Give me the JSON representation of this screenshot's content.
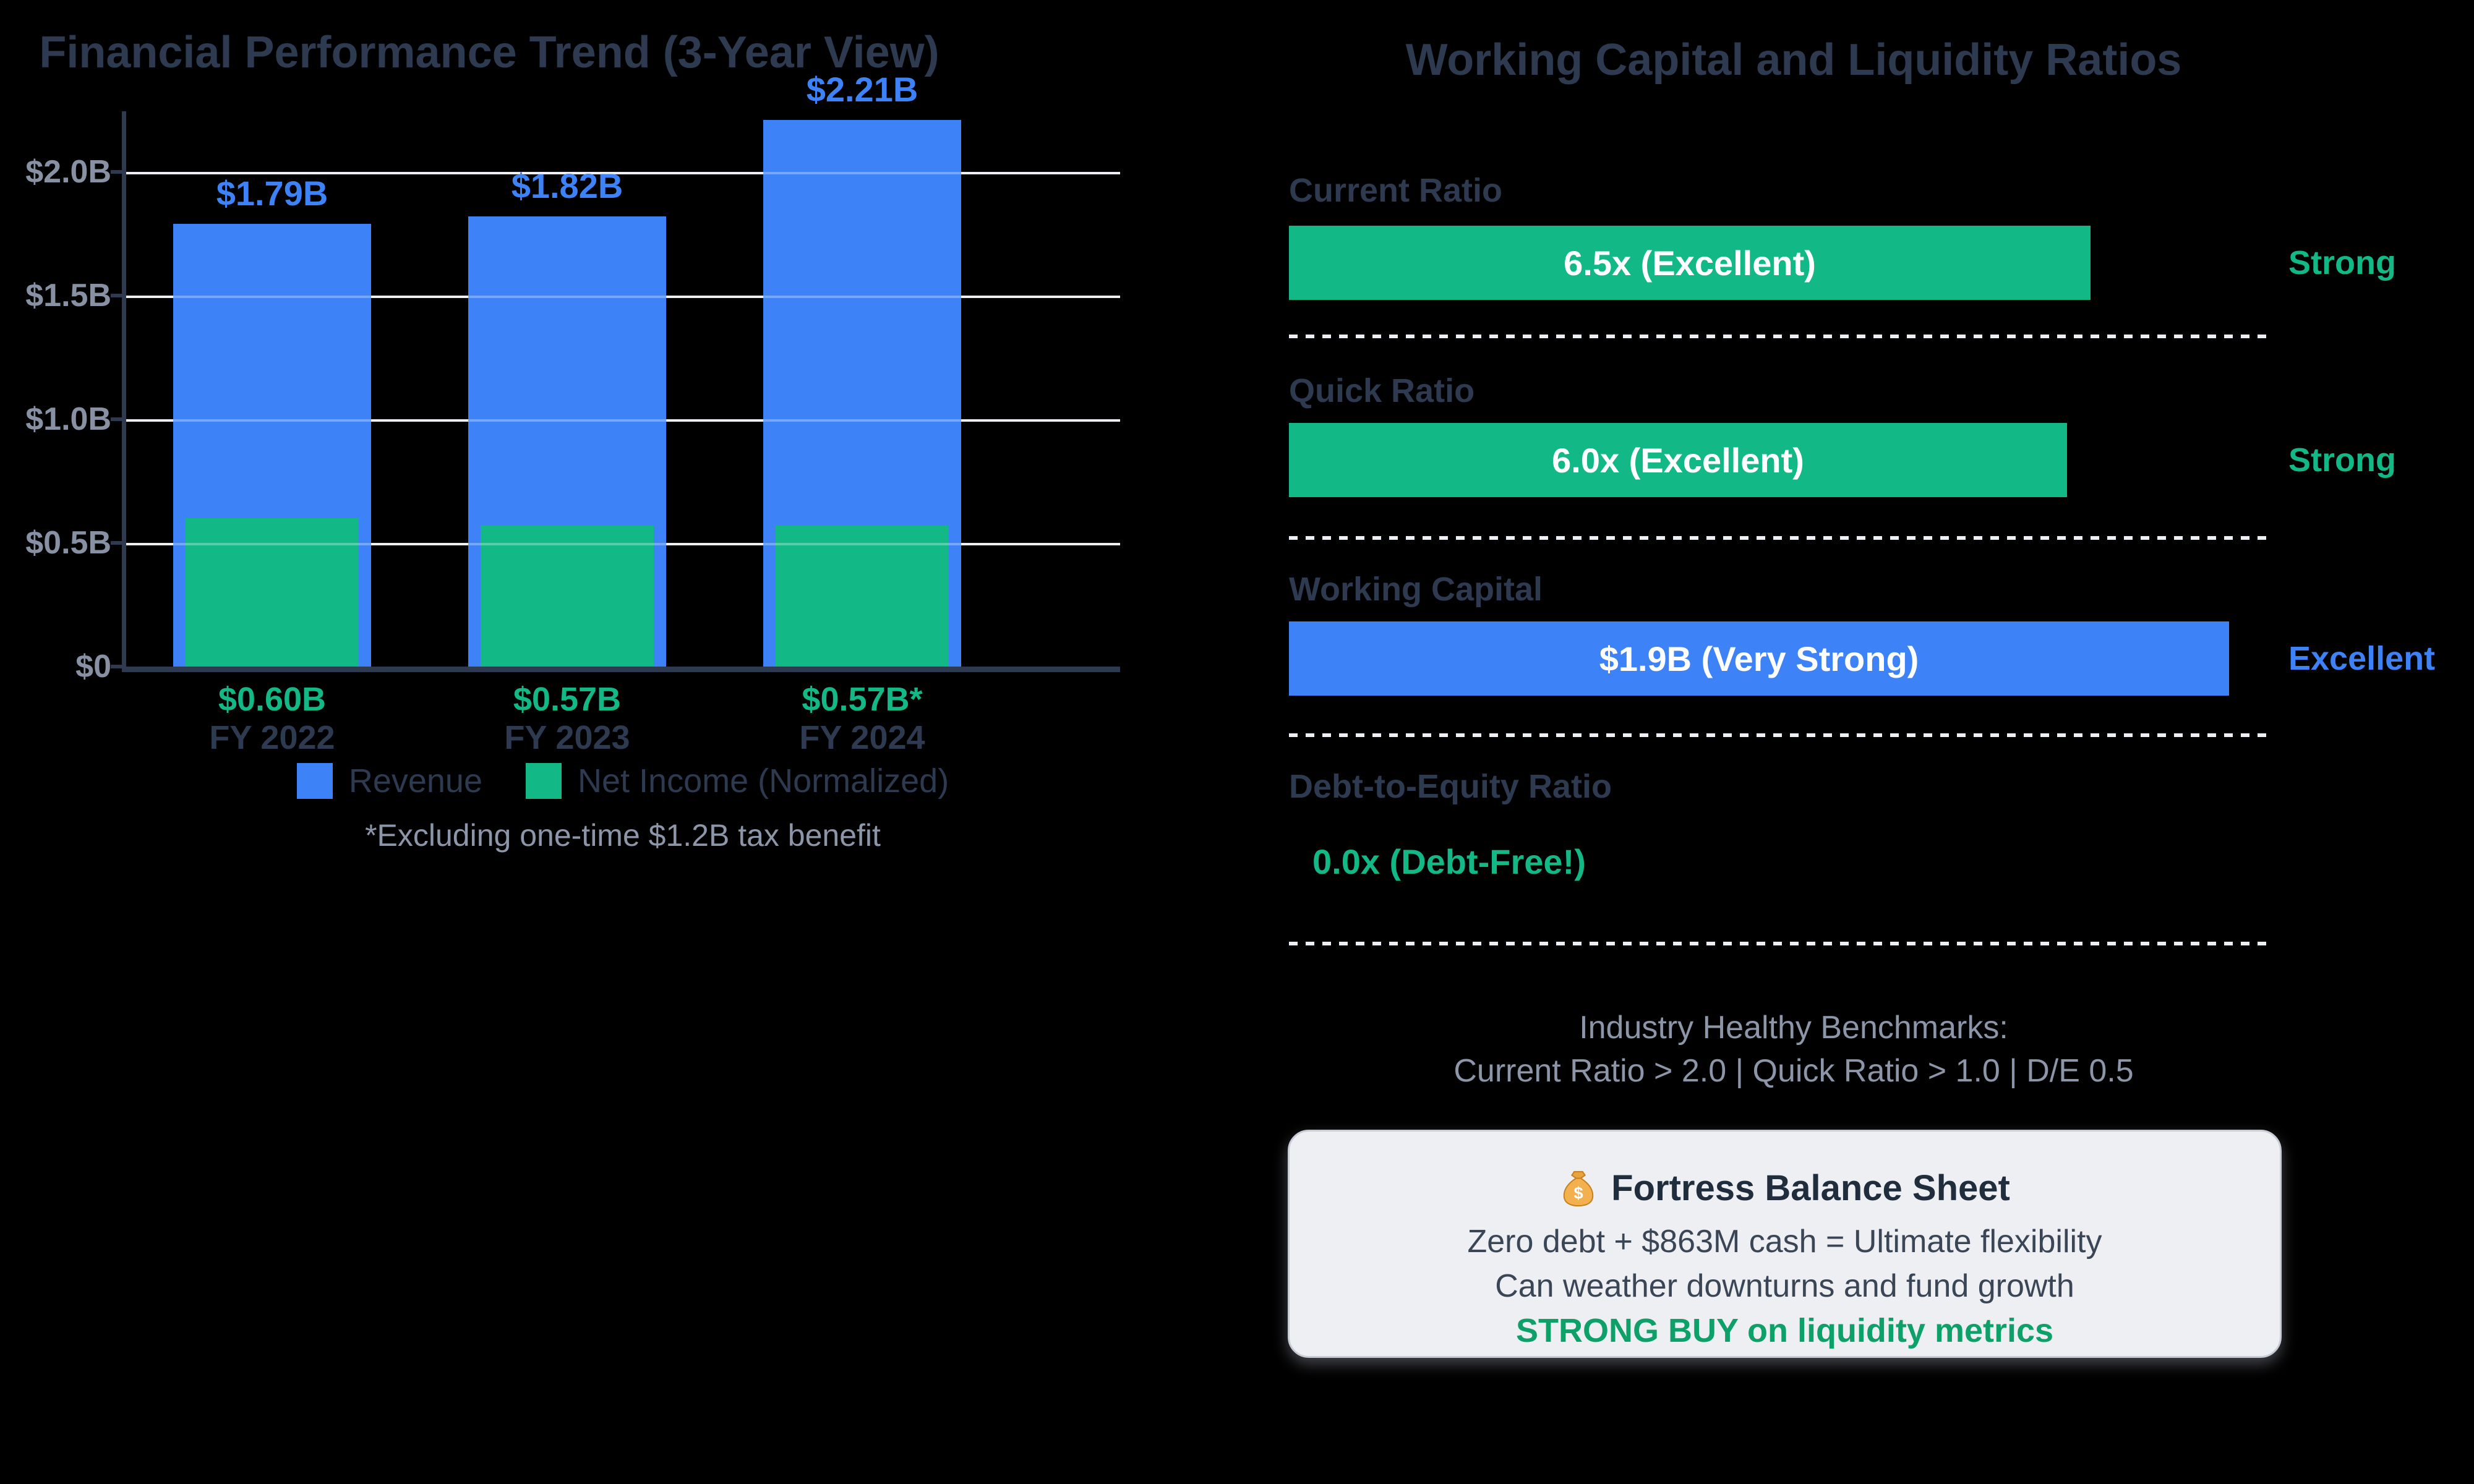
{
  "left_chart": {
    "title": "Financial Performance Trend (3-Year View)",
    "y_axis_ticks": [
      "$2.0B",
      "$1.5B",
      "$1.0B",
      "$0.5B",
      "$0"
    ],
    "groups": [
      {
        "x_label": "FY 2022",
        "revenue_label": "$1.79B",
        "net_income_label": "$0.60B"
      },
      {
        "x_label": "FY 2023",
        "revenue_label": "$1.82B",
        "net_income_label": "$0.57B"
      },
      {
        "x_label": "FY 2024",
        "revenue_label": "$2.21B",
        "net_income_label": "$0.57B*"
      }
    ],
    "legend": [
      {
        "label": "Revenue"
      },
      {
        "label": "Net Income (Normalized)"
      }
    ],
    "footnote": "*Excluding one-time $1.2B tax benefit"
  },
  "right_panel": {
    "title": "Working Capital and Liquidity Ratios",
    "metrics": [
      {
        "label": "Current Ratio",
        "value_text": "6.5x (Excellent)",
        "status": "Strong",
        "bar_color": "#12b886",
        "width_pct": 81.5
      },
      {
        "label": "Quick Ratio",
        "value_text": "6.0x (Excellent)",
        "status": "Strong",
        "bar_color": "#12b886",
        "width_pct": 79.1
      },
      {
        "label": "Working Capital",
        "value_text": "$1.9B (Very Strong)",
        "status": "Excellent",
        "bar_color": "#3d82f6",
        "width_pct": 95.6
      },
      {
        "label": "Debt-to-Equity Ratio",
        "value_text": "0.0x (Debt-Free!)",
        "status": "",
        "width_pct": 0
      }
    ],
    "benchmarks": {
      "line1": "Industry Healthy Benchmarks:",
      "line2": "Current Ratio > 2.0 | Quick Ratio > 1.0 | D/E 0.5"
    },
    "callout": {
      "icon": "money-bag-icon",
      "title": "Fortress Balance Sheet",
      "line1": "Zero debt + $863M cash = Ultimate flexibility",
      "line2": "Can weather downturns and fund growth",
      "line3": "STRONG BUY on liquidity metrics"
    }
  },
  "colors": {
    "revenue_blue": "#3d82f6",
    "income_green": "#12b886",
    "slate_text": "#2d3a50",
    "gray_text": "#8d96a8",
    "strong_buy_green": "#0da069"
  },
  "chart_data": [
    {
      "type": "bar",
      "title": "Financial Performance Trend (3-Year View)",
      "categories": [
        "FY 2022",
        "FY 2023",
        "FY 2024"
      ],
      "series": [
        {
          "name": "Revenue",
          "values": [
            1.79,
            1.82,
            2.21
          ]
        },
        {
          "name": "Net Income (Normalized)",
          "values": [
            0.6,
            0.57,
            0.57
          ]
        }
      ],
      "unit": "USD billions",
      "ylabel": "",
      "ylim": [
        0,
        2.25
      ],
      "y_ticks": [
        0,
        0.5,
        1.0,
        1.5,
        2.0
      ],
      "grid": true,
      "legend_position": "bottom",
      "bar_style": "overlaid - net income bar narrower, drawn in front of revenue bar",
      "annotations": [
        "*Excluding one-time $1.2B tax benefit"
      ]
    },
    {
      "type": "table",
      "title": "Working Capital and Liquidity Ratios",
      "rows": [
        [
          "Current Ratio",
          "6.5x (Excellent)",
          "Strong"
        ],
        [
          "Quick Ratio",
          "6.0x (Excellent)",
          "Strong"
        ],
        [
          "Working Capital",
          "$1.9B (Very Strong)",
          "Excellent"
        ],
        [
          "Debt-to-Equity Ratio",
          "0.0x (Debt-Free!)",
          ""
        ]
      ],
      "benchmarks": "Current Ratio > 2.0 | Quick Ratio > 1.0 | D/E 0.5"
    }
  ]
}
